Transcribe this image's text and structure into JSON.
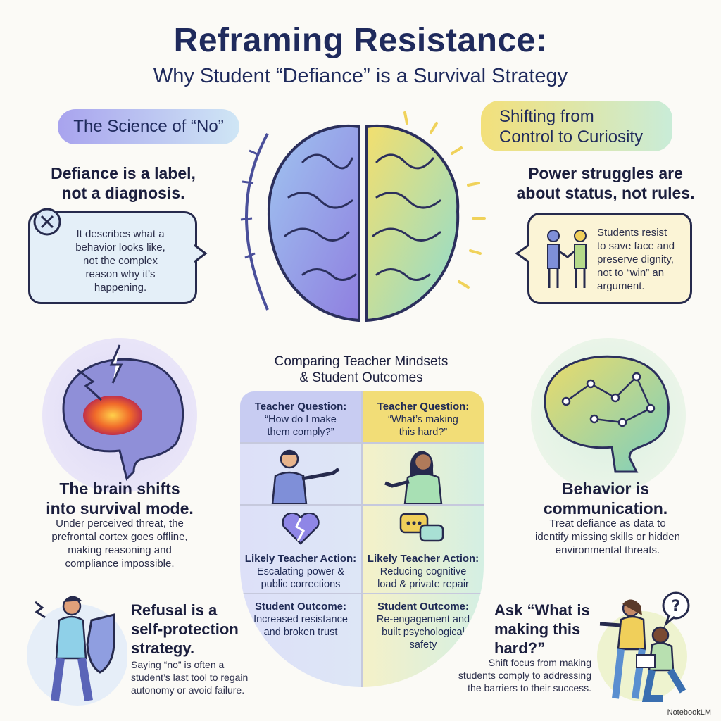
{
  "title": "Reframing Resistance:",
  "subtitle": "Why Student “Defiance” is a Survival Strategy",
  "left_pill": "The Science of “No”",
  "right_pill": {
    "line1": "Shifting from",
    "line2": "Control to Curiosity"
  },
  "defiance": {
    "heading1": "Defiance is a label,",
    "heading2": "not a diagnosis.",
    "body": [
      "It describes what a",
      "behavior looks like,",
      "not the complex",
      "reason why it’s",
      "happening."
    ]
  },
  "power": {
    "heading1": "Power struggles are",
    "heading2": "about status, not rules.",
    "body": [
      "Students resist",
      "to save face and",
      "preserve dignity,",
      "not to “win” an",
      "argument."
    ]
  },
  "survival": {
    "heading1": "The brain shifts",
    "heading2": "into survival mode.",
    "body": [
      "Under perceived threat, the",
      "prefrontal cortex goes offline,",
      "making reasoning and",
      "compliance impossible."
    ]
  },
  "communication": {
    "heading1": "Behavior is",
    "heading2": "communication.",
    "body": [
      "Treat defiance as data to",
      "identify missing skills or hidden",
      "environmental threats."
    ]
  },
  "refusal": {
    "heading": [
      "Refusal is a",
      "self-protection",
      "strategy."
    ],
    "body": [
      "Saying “no” is often a",
      "student’s last tool to regain",
      "autonomy or avoid failure."
    ]
  },
  "ask": {
    "heading": [
      "Ask “What is",
      "making this",
      "hard?”"
    ],
    "body": [
      "Shift focus from making",
      "students comply to addressing",
      "the barriers to their success."
    ]
  },
  "comparison": {
    "title1": "Comparing Teacher Mindsets",
    "title2": "& Student Outcomes",
    "left": {
      "question_label": "Teacher Question:",
      "question": [
        "“How do I make",
        "them comply?”"
      ],
      "action_label": "Likely Teacher Action:",
      "action": [
        "Escalating power &",
        "public corrections"
      ],
      "outcome_label": "Student Outcome:",
      "outcome": [
        "Increased resistance",
        "and broken trust"
      ]
    },
    "right": {
      "question_label": "Teacher Question:",
      "question": [
        "“What’s making",
        "this hard?”"
      ],
      "action_label": "Likely Teacher Action:",
      "action": [
        "Reducing cognitive",
        "load & private repair"
      ],
      "outcome_label": "Student Outcome:",
      "outcome": [
        "Re-engagement and",
        "built psychological",
        "safety"
      ]
    }
  },
  "footer": "NotebookLM",
  "colors": {
    "navy": "#1f2a5c",
    "purple": "#8f86e6",
    "yellow": "#f2dc6a",
    "teal": "#9ee0d2"
  },
  "icons": [
    "close-icon",
    "brain-icon",
    "handshake-icon",
    "lightning-icon",
    "shield-icon",
    "question-icon",
    "broken-heart-icon",
    "speech-bubbles-icon"
  ]
}
